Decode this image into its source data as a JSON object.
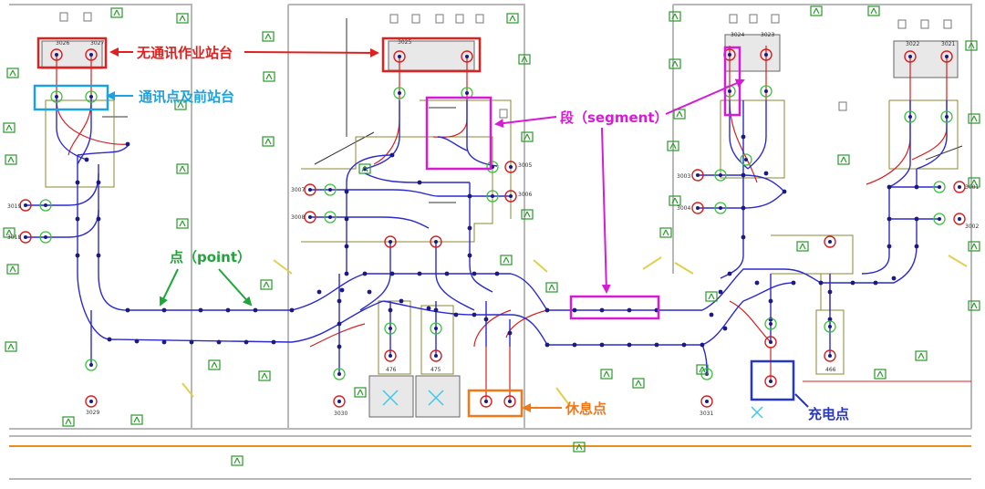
{
  "annotations": {
    "no_comm_station": "无通讯作业站台",
    "comm_point": "通讯点及前站台",
    "segment": "段（segment）",
    "point": "点（point）",
    "rest_point": "休息点",
    "charge_point": "充电点"
  },
  "station_ids": {
    "s3026": "3026",
    "s3027": "3027",
    "s3025": "3025",
    "s3024": "3024",
    "s3023": "3023",
    "s3022": "3022",
    "s3021": "3021",
    "s3019": "3019",
    "s3018": "3018",
    "s3007": "3007",
    "s3008": "3008",
    "s3005": "3005",
    "s3006": "3006",
    "s3003": "3003",
    "s3004": "3004",
    "s3001": "3001",
    "s3002": "3002",
    "s3029": "3029",
    "s3030": "3030",
    "s3031": "3031",
    "s476": "476",
    "s475": "475",
    "s466": "466"
  },
  "colors": {
    "annotation_red": "#e0201e",
    "annotation_cyan": "#1aa3e0",
    "annotation_magenta": "#d61ad6",
    "annotation_green": "#1fa63a",
    "annotation_orange": "#f07818",
    "annotation_navy": "#2636c8",
    "path_blue": "#2a2ad0",
    "path_red": "#d42020",
    "wall_gray": "#b0b0b0",
    "zone_olive": "#8a8a30",
    "floor_orange": "#e8901c"
  },
  "icons": [
    "station-icon",
    "agv-path-node-icon",
    "plant-icon",
    "cross-marker-icon"
  ]
}
